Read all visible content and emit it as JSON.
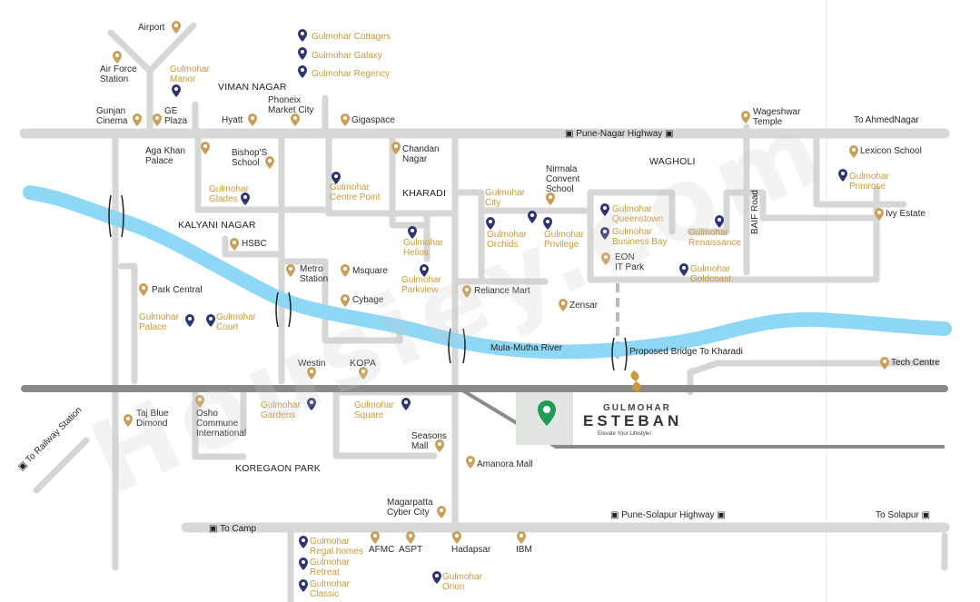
{
  "roads": {
    "pune_nagar": "Pune-Nagar Highway",
    "pune_solapur": "Pune-Solapur Highway",
    "to_ahmednagar": "To AhmedNagar",
    "to_solapur": "To Solapur",
    "to_camp": "To Camp",
    "to_railway": "To Railway Station",
    "baif": "BAIF Road",
    "proposed_bridge": "Proposed Bridge To Kharadi",
    "river": "Mula-Mutha River",
    "icon": "▣"
  },
  "areas": {
    "viman_nagar": "VIMAN NAGAR",
    "kharadi": "KHARADI",
    "wagholi": "WAGHOLI",
    "kalyani_nagar": "KALYANI NAGAR",
    "kopa": "KOPA",
    "koregaon_park": "KOREGAON PARK"
  },
  "landmarks": {
    "airport": "Airport",
    "air_force": "Air Force\nStation",
    "gunjan": "Gunjan\nCinema",
    "ge_plaza": "GE\nPlaza",
    "hyatt": "Hyatt",
    "phoenix": "Phoneix\nMarket City",
    "gigaspace": "Gigaspace",
    "aga_khan": "Aga Khan\nPalace",
    "bishops": "Bishop'S\nSchool",
    "chandan": "Chandan\nNagar",
    "nirmala": "Nirmala\nConvent\nSchool",
    "wageshwar": "Wageshwar\nTemple",
    "lexicon": "Lexicon School",
    "ivy": "Ivy Estate",
    "hsbc": "HSBC",
    "metro": "Metro\nStation",
    "msquare": "Msquare",
    "eon": "EON\nIT Park",
    "park_central": "Park Central",
    "cybage": "Cybage",
    "reliance": "Reliance Mart",
    "zensar": "Zensar",
    "westin": "Westin",
    "tech_centre": "Tech Centre",
    "taj": "Taj Blue\nDimond",
    "osho": "Osho\nCommune\nInternational",
    "seasons": "Seasons\nMall",
    "amanora": "Amanora Mall",
    "magarpatta": "Magarpatta\nCyber City",
    "afmc": "AFMC",
    "aspt": "ASPT",
    "hadapsar": "Hadapsar",
    "ibm": "IBM"
  },
  "projects": {
    "cottages": "Gulmohar Cottages",
    "galaxy": "Gulmohar Galaxy",
    "regency": "Gulmohar Regency",
    "manor": "Gulmohar\nManor",
    "glades": "Gulmohar\nGlades",
    "centre_point": "Gulmohar\nCentre Point",
    "city": "Gulmohar\nCity",
    "primrose": "Gulmohar\nPrimrose",
    "queenstown": "Gulmohar\nQueenstown",
    "business_bay": "Gulmohar\nBusiness Bay",
    "renaissance": "Gulmohar\nRenaissance",
    "orchids": "Gulmohar\nOrchids",
    "privilege": "Gulmohar\nPrivilege",
    "helios": "Gulmohar\nHelios",
    "parkview": "Gulmohar\nParkview",
    "goldcoast": "Gulmohar\nGoldcoast",
    "palace": "Gulmohar\nPalace",
    "court": "Gulmohar\nCourt",
    "gardens": "Gulmohar\nGardens",
    "square": "Gulmohar\nSquare",
    "regal": "Gulmohar\nRegal homes",
    "retreat": "Gulmohar\nRetreat",
    "classic": "Gulmohar\nClassic",
    "orion": "Gulmohar\nOrion"
  },
  "brand": {
    "name": "GULMOHAR",
    "project": "ESTEBAN",
    "tagline": "Elevate Your Lifestyle!"
  },
  "watermark": "Housiey.com",
  "colors": {
    "road": "#d6d6d6",
    "highway": "#8a8a8a",
    "river": "#8fd8f5",
    "project_text": "#c89a3a",
    "project_pin": "#2d3470",
    "landmark_pin": "#c8a05a",
    "site_pin": "#1f9d55",
    "site_box": "#e3e5e3"
  }
}
